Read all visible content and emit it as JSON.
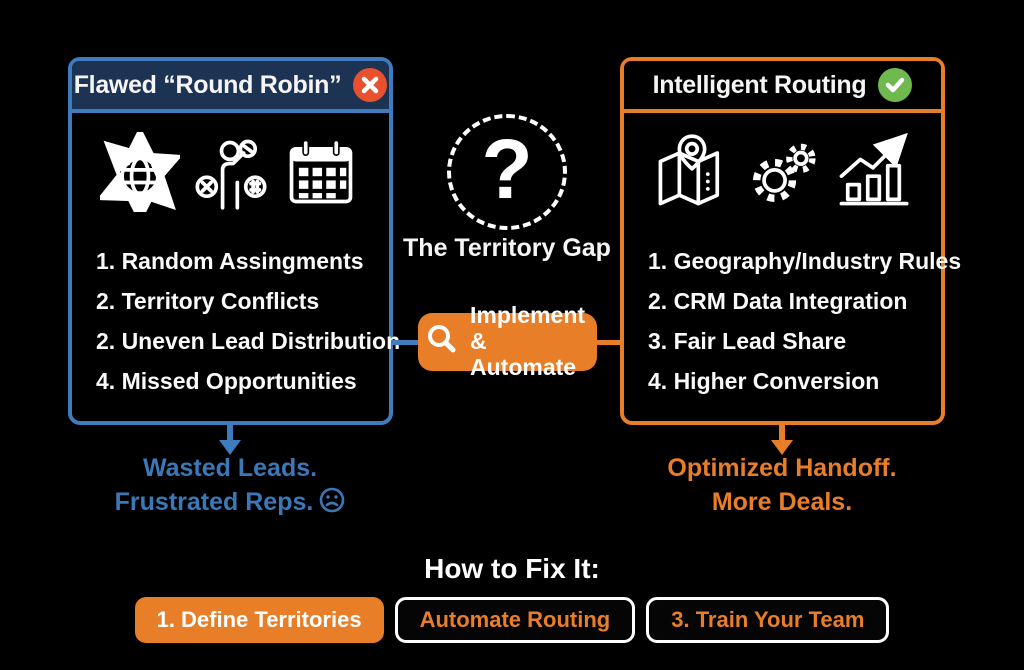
{
  "colors": {
    "background": "#000000",
    "blue_accent": "#3e7cbd",
    "navy_header": "#1d3354",
    "orange_accent": "#e87e28",
    "red_badge": "#e8502e",
    "green_badge": "#6fb94e",
    "text_white": "#f5f5f5"
  },
  "left_panel": {
    "title": "Flawed “Round Robin”",
    "status_icon": "x-circle",
    "icons": [
      "globe-arrows",
      "lottery-person",
      "calendar"
    ],
    "items": [
      "1. Random Assingments",
      "2. Territory Conflicts",
      "2. Uneven Lead Distribution",
      "4. Missed Opportunities"
    ],
    "outcome_line1": "Wasted Leads.",
    "outcome_line2": "Frustrated Reps.",
    "outcome_emoji": "sad-face"
  },
  "right_panel": {
    "title": "Intelligent Routing",
    "status_icon": "check-circle",
    "icons": [
      "map-pin",
      "gears",
      "growth-chart"
    ],
    "items": [
      "1. Geography/Industry Rules",
      "2. CRM Data Integration",
      "3. Fair Lead Share",
      "4. Higher Conversion"
    ],
    "outcome_line1": "Optimized Handoff.",
    "outcome_line2": "More Deals."
  },
  "center": {
    "gap_symbol": "?",
    "gap_label": "The Territory Gap",
    "action_line1": "Implement",
    "action_line2": "& Automate"
  },
  "footer": {
    "heading": "How to Fix It:",
    "steps": [
      {
        "label": "1. Define Territories",
        "style": "filled"
      },
      {
        "label": "Automate Routing",
        "style": "outline"
      },
      {
        "label": "3. Train Your Team",
        "style": "outline"
      }
    ]
  }
}
